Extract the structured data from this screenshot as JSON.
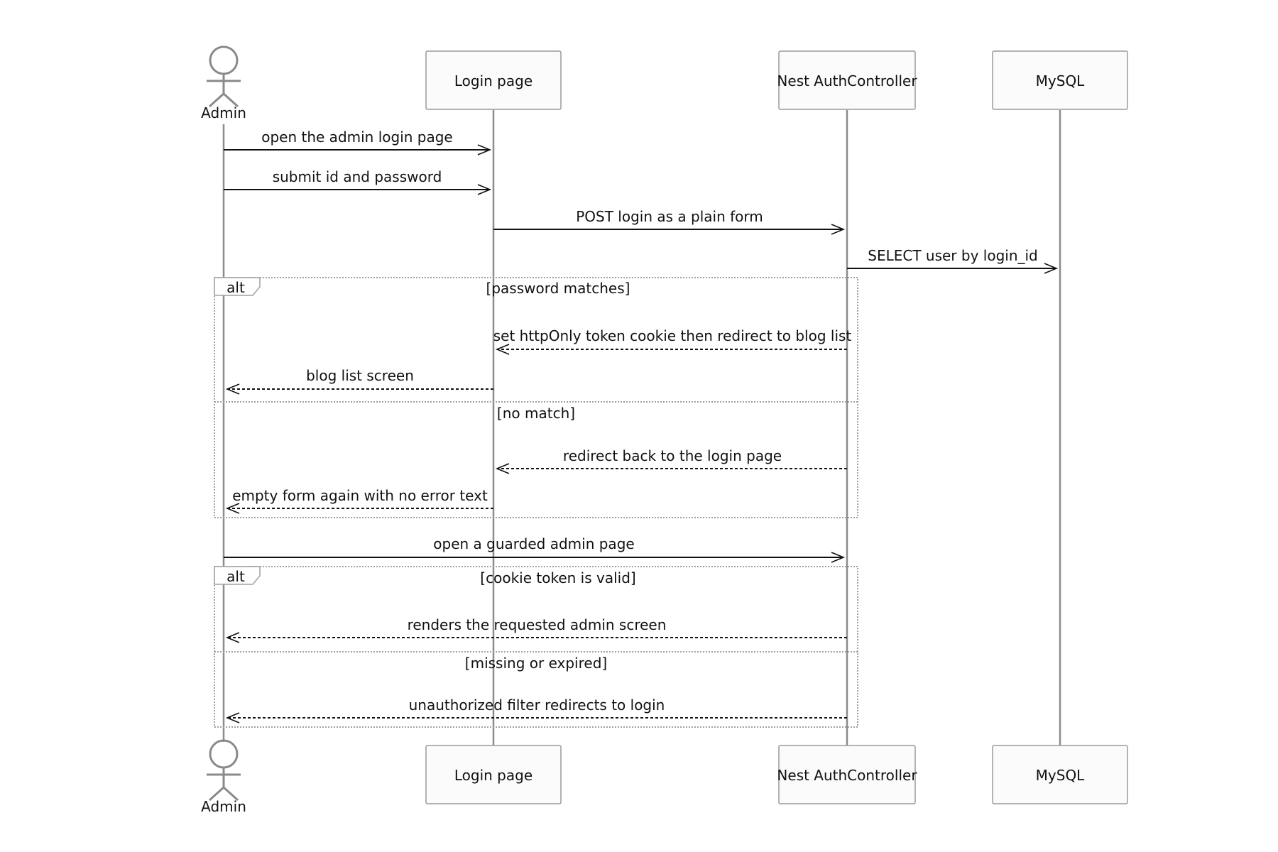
{
  "participants": {
    "admin": "Admin",
    "login_page": "Login page",
    "auth_controller": "Nest AuthController",
    "mysql": "MySQL"
  },
  "messages": [
    {
      "from": "admin",
      "to": "login_page",
      "text": "open the admin login page",
      "style": "solid"
    },
    {
      "from": "admin",
      "to": "login_page",
      "text": "submit id and password",
      "style": "solid"
    },
    {
      "from": "login_page",
      "to": "auth_controller",
      "text": "POST login as a plain form",
      "style": "solid"
    },
    {
      "from": "auth_controller",
      "to": "mysql",
      "text": "SELECT user by login_id",
      "style": "solid"
    },
    {
      "from": "auth_controller",
      "to": "login_page",
      "text": "set httpOnly token cookie then redirect to blog list",
      "style": "dashed"
    },
    {
      "from": "login_page",
      "to": "admin",
      "text": "blog list screen",
      "style": "dashed"
    },
    {
      "from": "auth_controller",
      "to": "login_page",
      "text": "redirect back to the login page",
      "style": "dashed"
    },
    {
      "from": "login_page",
      "to": "admin",
      "text": "empty form again with no error text",
      "style": "dashed"
    },
    {
      "from": "admin",
      "to": "auth_controller",
      "text": "open a guarded admin page",
      "style": "solid"
    },
    {
      "from": "auth_controller",
      "to": "admin",
      "text": "renders the requested admin screen",
      "style": "dashed"
    },
    {
      "from": "auth_controller",
      "to": "admin",
      "text": "unauthorized filter redirects to login",
      "style": "dashed"
    }
  ],
  "fragments": [
    {
      "kind": "alt",
      "label": "alt",
      "conditions": [
        "[password matches]",
        "[no match]"
      ]
    },
    {
      "kind": "alt",
      "label": "alt",
      "conditions": [
        "[cookie token is valid]",
        "[missing or expired]"
      ]
    }
  ]
}
